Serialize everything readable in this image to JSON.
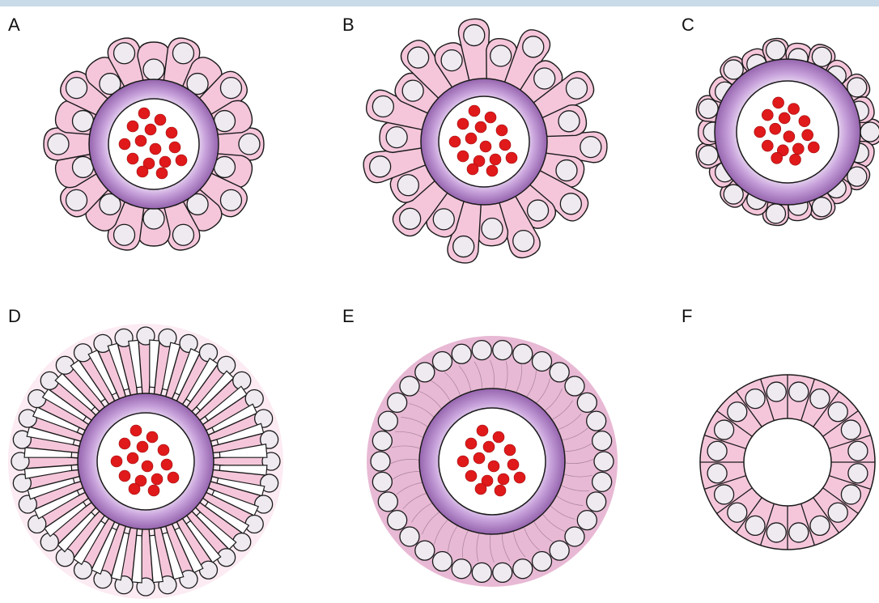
{
  "figure": {
    "panels": [
      {
        "id": "a",
        "label": "A",
        "style": "pseudostratified"
      },
      {
        "id": "b",
        "label": "B",
        "style": "elongated"
      },
      {
        "id": "c",
        "label": "C",
        "style": "compact"
      },
      {
        "id": "d",
        "label": "D",
        "style": "stalked"
      },
      {
        "id": "e",
        "label": "E",
        "style": "syncytial"
      },
      {
        "id": "f",
        "label": "F",
        "style": "simple-ring"
      }
    ],
    "colors": {
      "topbar": "#c9dbe8",
      "cell_fill": "#f5c6da",
      "cell_stroke": "#1a1a1a",
      "nucleus_fill": "#eeeaf0",
      "ring_inner": "#9b6bb3",
      "ring_mid": "#d8bde6",
      "lumen_fill": "#ffffff",
      "blood_cell": "#e0191b",
      "syncytium": "#e8b9d4"
    }
  }
}
